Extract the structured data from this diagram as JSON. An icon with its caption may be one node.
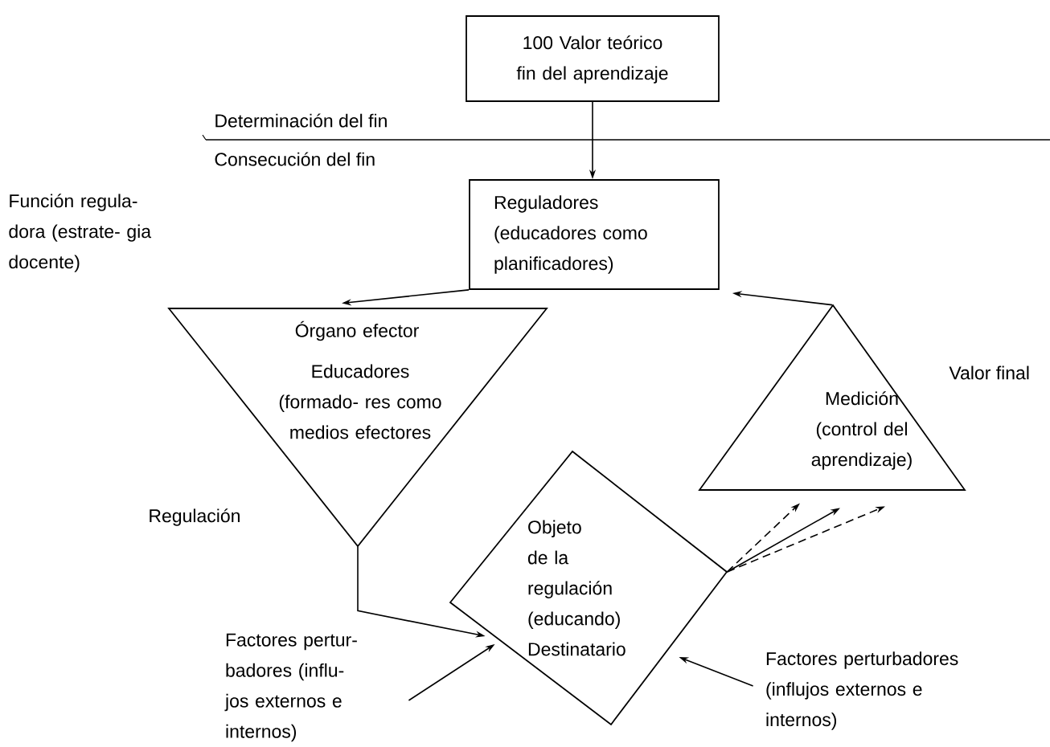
{
  "diagram": {
    "nodes": [
      {
        "text": [
          "100 Valor teórico fin del aprendizaje"
        ]
      },
      {
        "text": [
          "Reguladores (educadores como planificadores)"
        ]
      },
      {
        "text": [
          "Órgano efector",
          "Educadores (formado- res como medios efectores"
        ]
      },
      {
        "text": [
          "Medición (control del aprendizaje)"
        ]
      },
      {
        "text": [
          "Objeto de la regulación (educando) Destinatario"
        ]
      },
      {
        "text": [
          "Factores pertur- badores (influ- jos externos e internos)"
        ]
      },
      {
        "text": [
          "Factores perturbadores (influjos externos e internos)"
        ]
      }
    ],
    "edges": [
      {
        "from": 0,
        "to": 1,
        "arrow": "to"
      },
      {
        "from": 1,
        "to": 2,
        "arrow": "to"
      },
      {
        "from": 3,
        "to": 1,
        "arrow": "to"
      },
      {
        "from": 2,
        "to": 4,
        "arrow": "to"
      },
      {
        "from": 5,
        "to": 4,
        "arrow": "to"
      },
      {
        "from": 6,
        "to": 4,
        "arrow": "to"
      },
      {
        "from": 4,
        "to": 3,
        "arrow": "to",
        "style": "dashed"
      },
      {
        "from": 4,
        "to": 3,
        "arrow": "to"
      },
      {
        "from": 4,
        "to": 3,
        "arrow": "to",
        "style": "dashed"
      }
    ],
    "labels": [
      "Determinación del fin",
      "Consecución del fin",
      "Función regula- dora (estrate- gia docente)",
      "Valor final",
      "Regulación"
    ]
  }
}
